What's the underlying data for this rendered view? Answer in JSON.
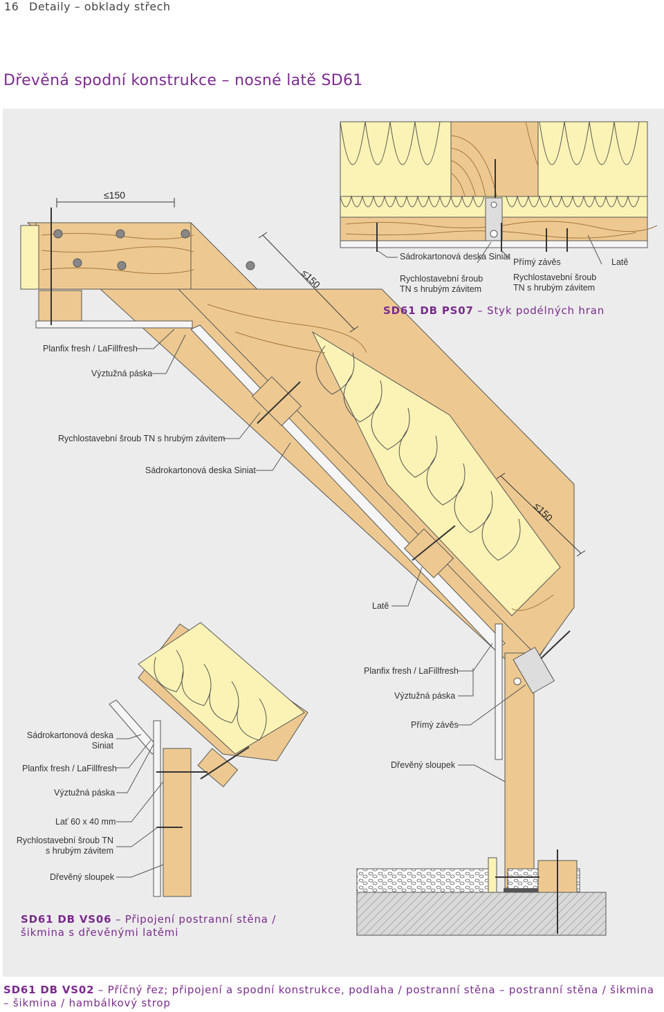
{
  "header": {
    "page_number": "16",
    "section": "Detaily – obklady střech"
  },
  "title": {
    "text": "Dřevěná spodní konstrukce – nosné latě",
    "code": "SD61"
  },
  "dimensions": {
    "d1": "≤150",
    "d2": "≤150",
    "d3": "≤150"
  },
  "detail_ps07": {
    "caption_code": "SD61 DB PS07",
    "caption_text": "Styk podélných hran",
    "label_board": "Sádrokartonová deska Siniat",
    "label_screw1": "Rychlostavební šroub TN s hrubým závitem",
    "label_hanger": "Přímý závěs",
    "label_screw2": "Rychlostavební šroub TN s hrubým závitem",
    "label_battens": "Latě"
  },
  "detail_vs02": {
    "label_planfix": "Planfix fresh / LaFillfresh",
    "label_tape": "Výztužná páska",
    "label_screw": "Rychlostavební šroub TN s hrubým závitem",
    "label_board": "Sádrokartonová deska Siniat",
    "label_battens": "Latě",
    "label_planfix2": "Planfix fresh / LaFillfresh",
    "label_tape2": "Výztužná páska",
    "label_hanger": "Přímý závěs",
    "label_post": "Dřevěný sloupek",
    "caption_code": "SD61 DB VS02",
    "caption_text": "Příčný řez; připojení a spodní konstrukce, podlaha / postranní stěna – postranní stěna / šikmina – šikmina / hambálkový strop"
  },
  "detail_vs06": {
    "label_board": "Sádrokartonová deska Siniat",
    "label_planfix": "Planfix fresh / LaFillfresh",
    "label_tape": "Výztužná páska",
    "label_batten": "Lať 60 x 40 mm",
    "label_screw": "Rychlostavební šroub TN s hrubým závitem",
    "label_post": "Dřevěný sloupek",
    "caption_code": "SD61 DB VS06",
    "caption_text": "Připojení postranní stěna / šikmina s dřevěnými latěmi"
  },
  "colors": {
    "accent": "#7a2b8c",
    "insulation": "#fbf3b5",
    "wood": "#edc991",
    "wood_grain": "#a2773e",
    "panel": "#ececec"
  }
}
